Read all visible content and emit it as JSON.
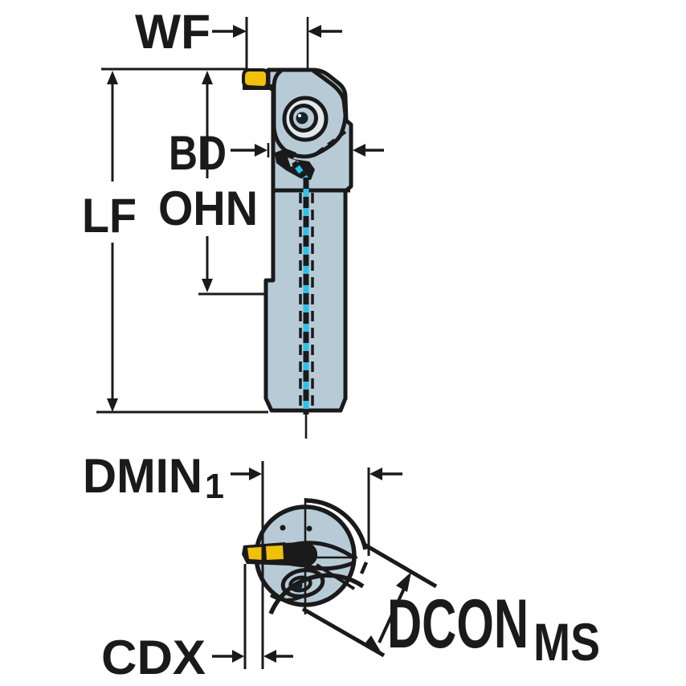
{
  "drawing": {
    "type": "technical-dimension-drawing",
    "views": {
      "side_view": {
        "label_wf": "WF",
        "label_bd": "BD",
        "label_ohn": "OHN",
        "label_lf": "LF"
      },
      "end_view": {
        "label_dmin": "DMIN",
        "label_dmin_sub": "1",
        "label_cdx": "CDX",
        "label_dcon": "DCON",
        "label_dcon_sub": "MS"
      }
    },
    "colors": {
      "line": "#1a1a1a",
      "tool_body": "#b7cbd6",
      "ring_highlight": "#dfe8ec",
      "insert_yellow": "#f2c105",
      "coolant_cyan": "#2cc2ed",
      "background": "#ffffff"
    }
  }
}
